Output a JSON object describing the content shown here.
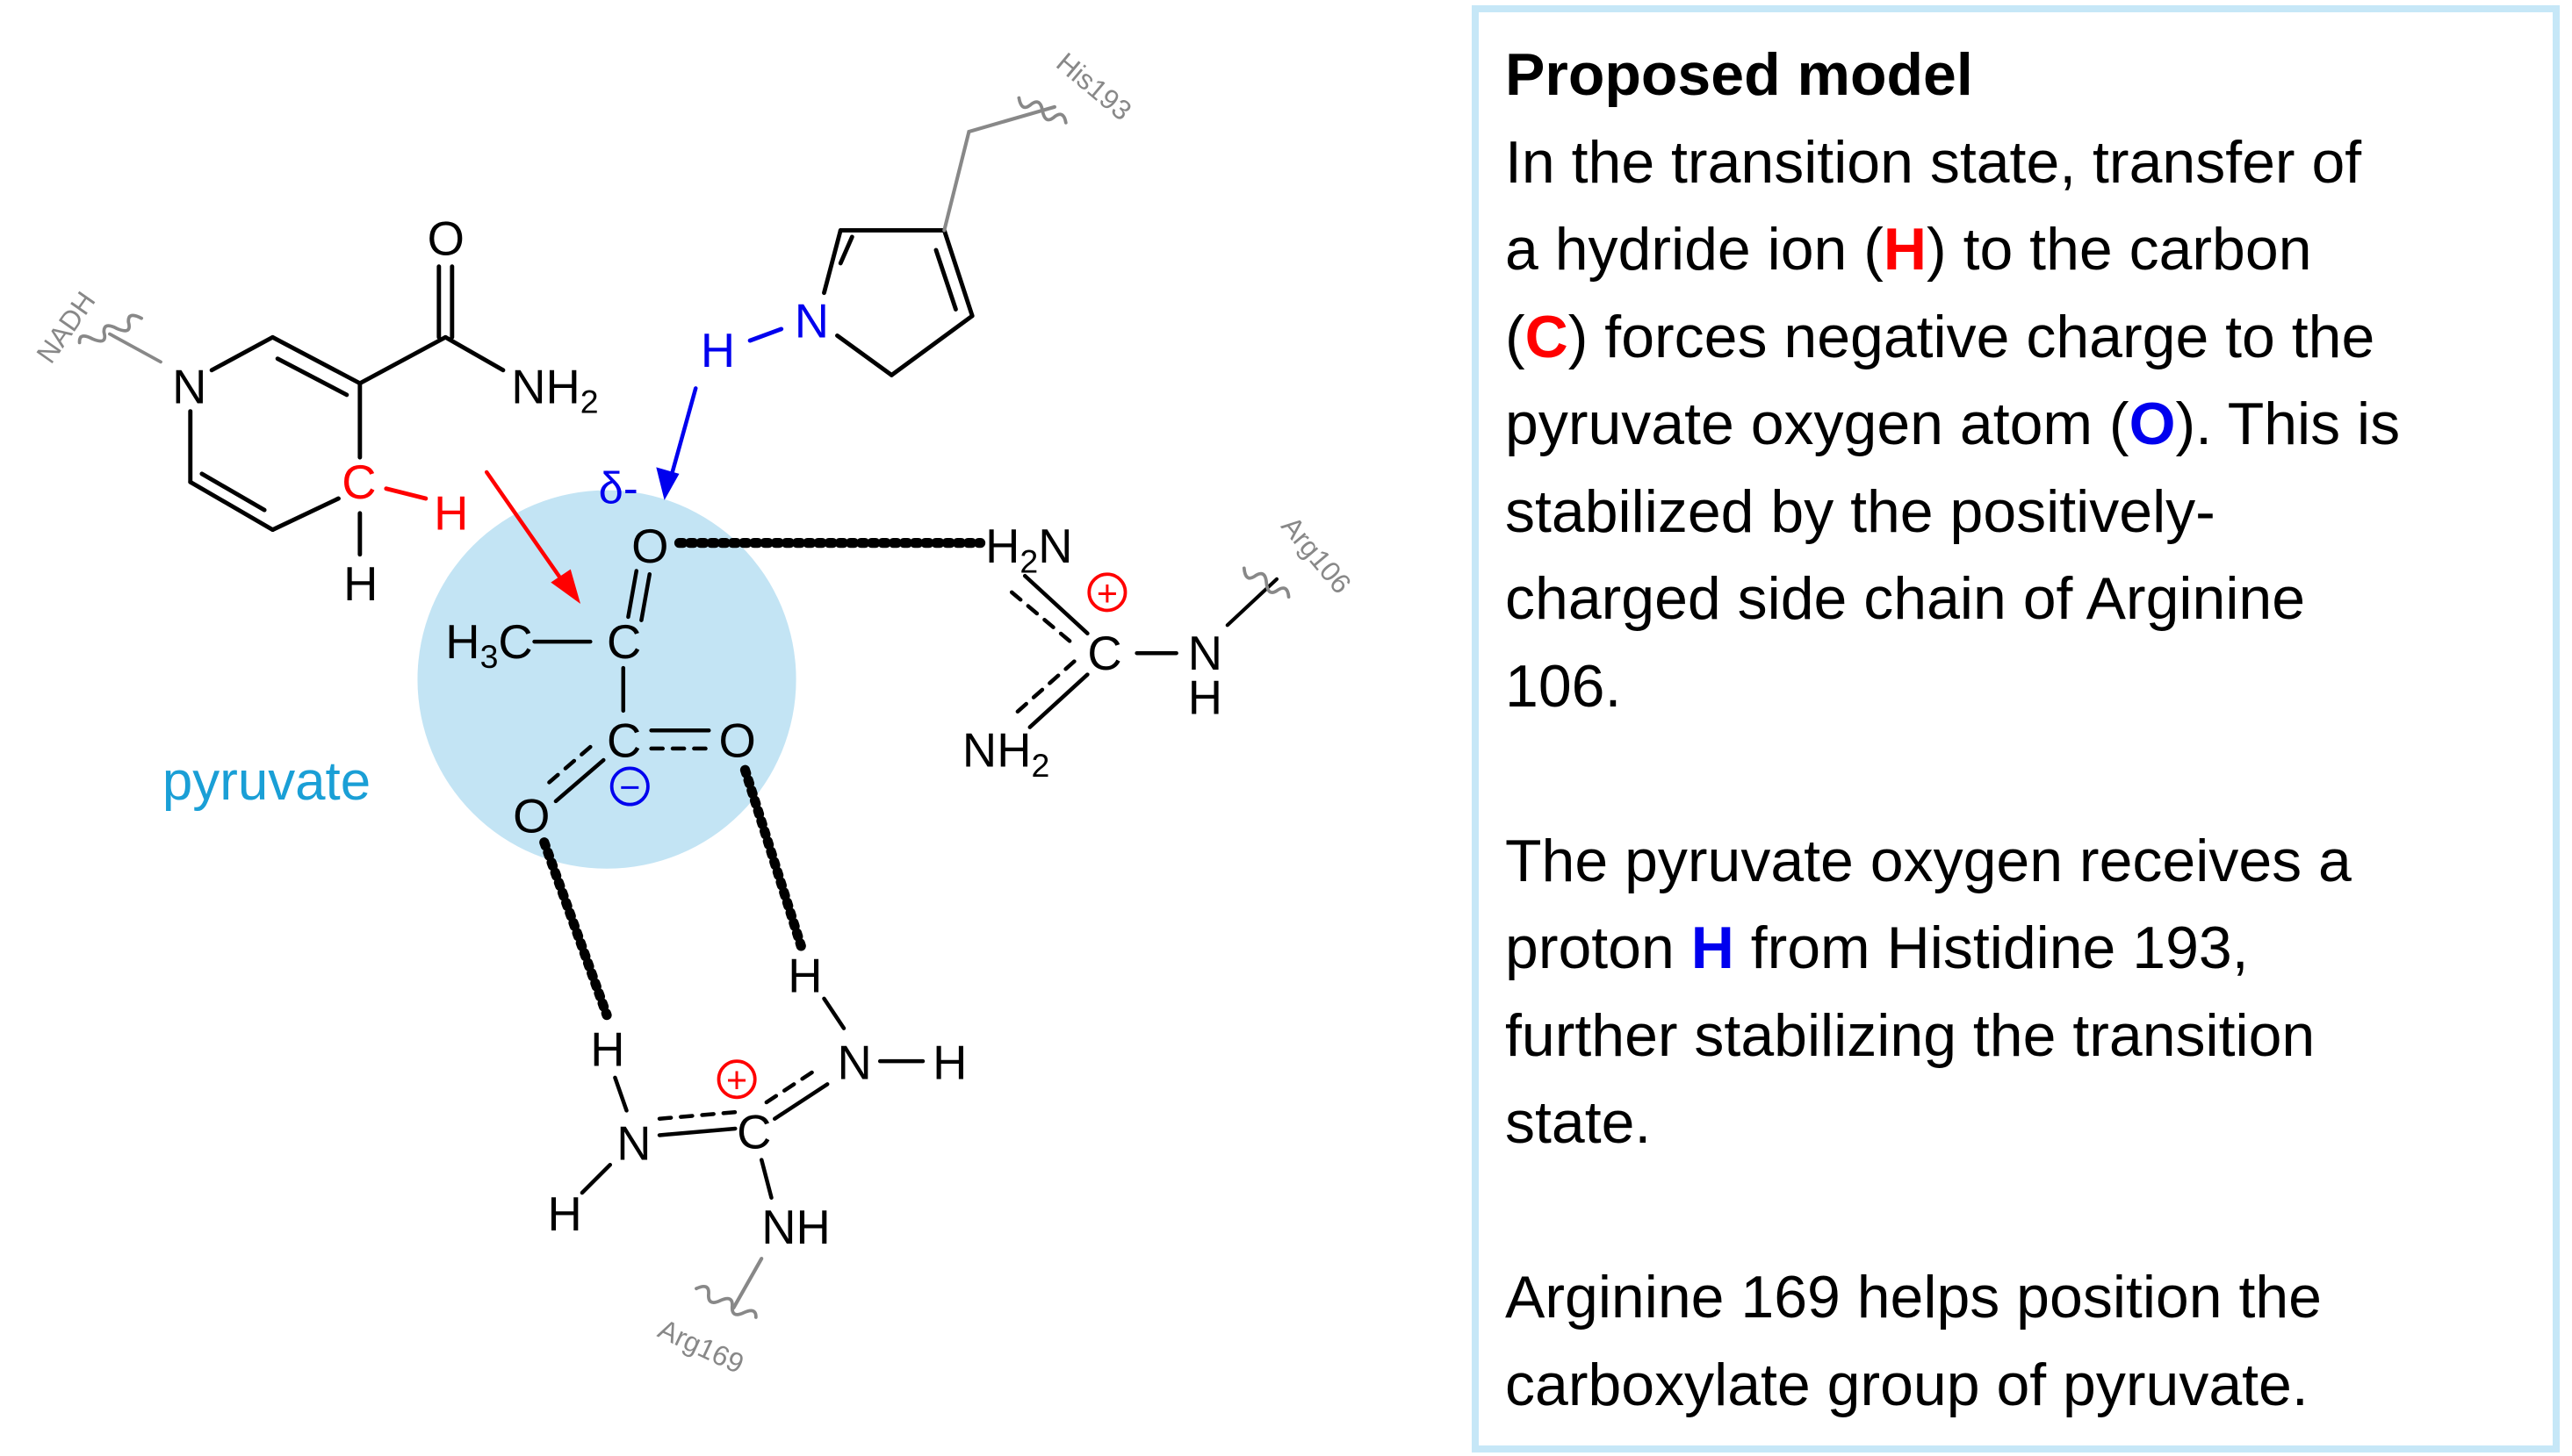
{
  "diagram": {
    "labels": {
      "nadh": "NADH",
      "his193": "His193",
      "arg106": "Arg106",
      "arg169": "Arg169",
      "pyruvate": "pyruvate",
      "delta_minus": "δ-",
      "N": "N",
      "O": "O",
      "C": "C",
      "H": "H",
      "NH": "NH",
      "NH2_N": "NH",
      "sub2": "2",
      "sub3": "3",
      "plus": "+",
      "minus": "−"
    },
    "colors": {
      "hydride": "#ff0000",
      "proton": "#0000ee",
      "pyruvate": "#1a9fd6",
      "circle": "#c3e4f4",
      "residue": "#888888"
    }
  },
  "panel": {
    "title": "Proposed model",
    "p1": [
      [
        "In the transition state, transfer of"
      ],
      [
        "a hydride ion (",
        "H",
        ") to the carbon"
      ],
      [
        "(",
        "C",
        ") forces negative charge to the"
      ],
      [
        "pyruvate oxygen atom (",
        "O",
        "). This is"
      ],
      [
        "stabilized by the positively-"
      ],
      [
        "charged side chain of Arginine"
      ],
      [
        "106."
      ]
    ],
    "p2": [
      [
        "The pyruvate oxygen receives a"
      ],
      [
        "proton ",
        "H",
        " from Histidine 193,"
      ],
      [
        "further stabilizing the transition"
      ],
      [
        "state."
      ]
    ],
    "p3": [
      [
        "Arginine 169 helps position the"
      ],
      [
        "carboxylate group of pyruvate."
      ]
    ]
  }
}
